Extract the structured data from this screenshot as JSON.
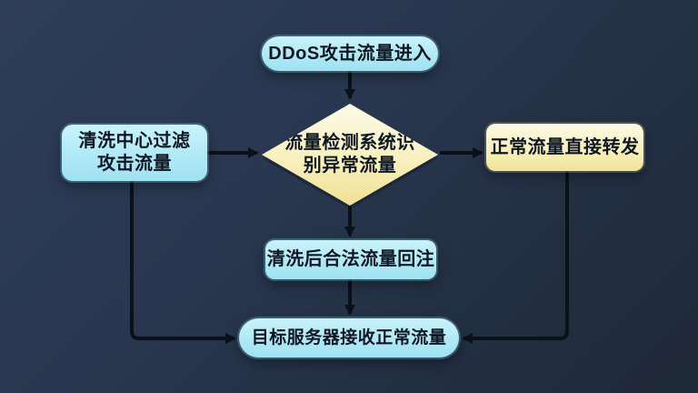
{
  "diagram": {
    "type": "flowchart",
    "nodes": {
      "start": {
        "label": "DDoS攻击流量进入",
        "shape": "stadium",
        "fill": "#aee8f6"
      },
      "decision": {
        "lines": [
          "流量检测系统识",
          "别异常流量"
        ],
        "shape": "diamond",
        "fill": "#f6ecae"
      },
      "clean": {
        "lines": [
          "清洗中心过滤",
          "攻击流量"
        ],
        "shape": "rect",
        "fill": "#aee8f6"
      },
      "forward": {
        "label": "正常流量直接转发",
        "shape": "rect",
        "fill": "#f7eeb4"
      },
      "reinject": {
        "label": "清洗后合法流量回注",
        "shape": "rect",
        "fill": "#aee8f6"
      },
      "target": {
        "label": "目标服务器接收正常流量",
        "shape": "stadium",
        "fill": "#aee8f6"
      }
    },
    "edges": [
      {
        "from": "start",
        "to": "decision"
      },
      {
        "from": "clean",
        "to": "decision"
      },
      {
        "from": "decision",
        "to": "forward"
      },
      {
        "from": "decision",
        "to": "reinject"
      },
      {
        "from": "reinject",
        "to": "target"
      },
      {
        "from": "clean",
        "to": "target"
      },
      {
        "from": "forward",
        "to": "target"
      }
    ],
    "colors": {
      "background_top": "#2e3d58",
      "background_bottom": "#1f2937",
      "node_cyan": "#aee8f6",
      "node_yellow": "#f6ecae",
      "arrow": "#0b1118",
      "text": "#0e1722"
    }
  }
}
